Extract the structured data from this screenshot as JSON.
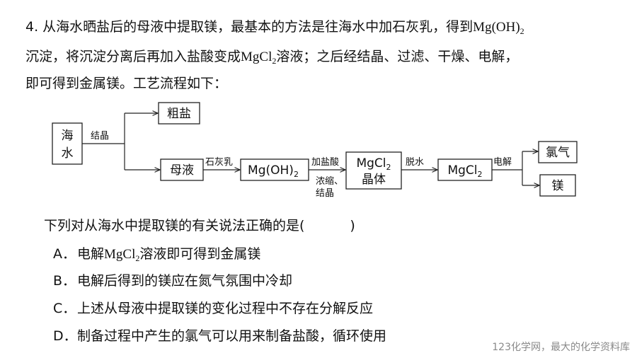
{
  "question": {
    "line1_prefix": "4. 从海水晒盐后的母液中提取镁，最基本的方法是往海水中加石灰乳，得到",
    "line1_formula_main": "Mg(OH)",
    "line1_formula_sub": "2",
    "line2_a": "沉淀，将沉淀分离后再加入盐酸变成",
    "line2_formula_main": "MgCl",
    "line2_formula_sub": "2",
    "line2_b": "溶液；之后经结晶、过滤、干燥、电解，",
    "line3": "即可得到金属镁。工艺流程如下："
  },
  "flow": {
    "seawater_1": "海",
    "seawater_2": "水",
    "crystallize": "结晶",
    "coarse_salt": "粗盐",
    "mother_liquor": "母液",
    "lime_milk": "石灰乳",
    "mgoh_main": "Mg(OH)",
    "mgoh_sub": "2",
    "hcl": "加盐酸",
    "concentrate": "浓缩、",
    "crystal_label": "结晶",
    "mgcl_crystal_main": "MgCl",
    "mgcl_crystal_sub": "2",
    "crystal_word": "晶体",
    "dehydrate": "脱水",
    "mgcl_main": "MgCl",
    "mgcl_sub": "2",
    "electrolysis": "电解",
    "chlorine": "氯气",
    "magnesium": "镁"
  },
  "prompt": {
    "text": "下列对从海水中提取镁的有关说法正确的是(",
    "close": ")"
  },
  "options": [
    {
      "letter": "A．",
      "pre": "电解",
      "formula_main": "MgCl",
      "formula_sub": "2",
      "post": "溶液即可得到金属镁"
    },
    {
      "letter": "B．",
      "text": "电解后得到的镁应在氮气氛围中冷却"
    },
    {
      "letter": "C．",
      "text": "上述从母液中提取镁的变化过程中不存在分解反应"
    },
    {
      "letter": "D．",
      "text": "制备过程中产生的氯气可以用来制备盐酸，循环使用"
    }
  ],
  "watermark": "123化学网，最大的化学资料库"
}
